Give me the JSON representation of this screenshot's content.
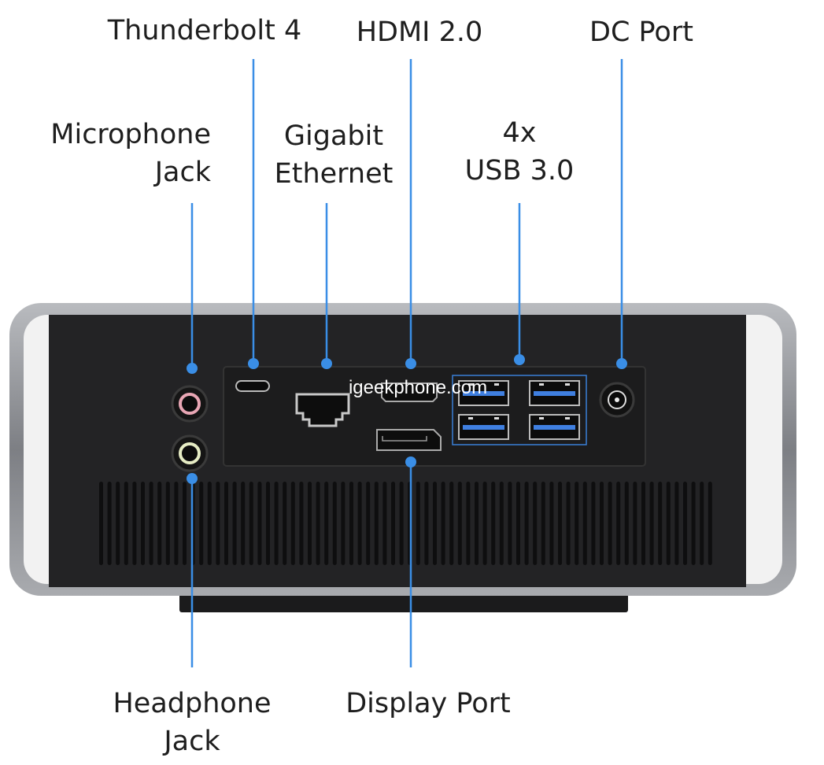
{
  "labels": {
    "thunderbolt": "Thunderbolt 4",
    "hdmi": "HDMI 2.0",
    "dc": "DC Port",
    "mic_1": "Microphone",
    "mic_2": "Jack",
    "ethernet_1": "Gigabit",
    "ethernet_2": "Ethernet",
    "usb_1": "4x",
    "usb_2": "USB 3.0",
    "headphone_1": "Headphone",
    "headphone_2": "Jack",
    "displayport": "Display Port"
  },
  "watermark": "igeekphone.com",
  "colors": {
    "callout": "#3a8ee6",
    "body": "#232325",
    "frame": "#8e9096",
    "mic_ring": "#e8a6b4",
    "headphone_ring": "#e6ecc4",
    "usb_tongue": "#3f7fe0"
  }
}
